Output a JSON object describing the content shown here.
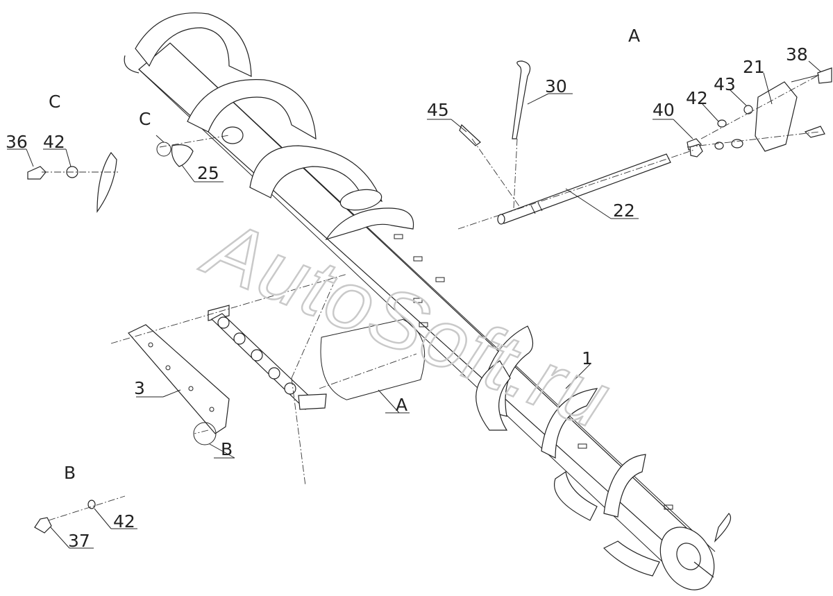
{
  "watermark": "AutoSoft.ru",
  "view_labels": {
    "A": "A",
    "B": "B",
    "C": "C"
  },
  "callouts": {
    "n1": "1",
    "n3": "3",
    "n21": "21",
    "n22": "22",
    "n25": "25",
    "n30": "30",
    "n36": "36",
    "n37": "37",
    "n38": "38",
    "n40": "40",
    "n42_a": "42",
    "n42_b": "42",
    "n42_c": "42",
    "n43": "43",
    "n45": "45",
    "ref_A": "A",
    "ref_B": "B",
    "ref_C": "C"
  }
}
